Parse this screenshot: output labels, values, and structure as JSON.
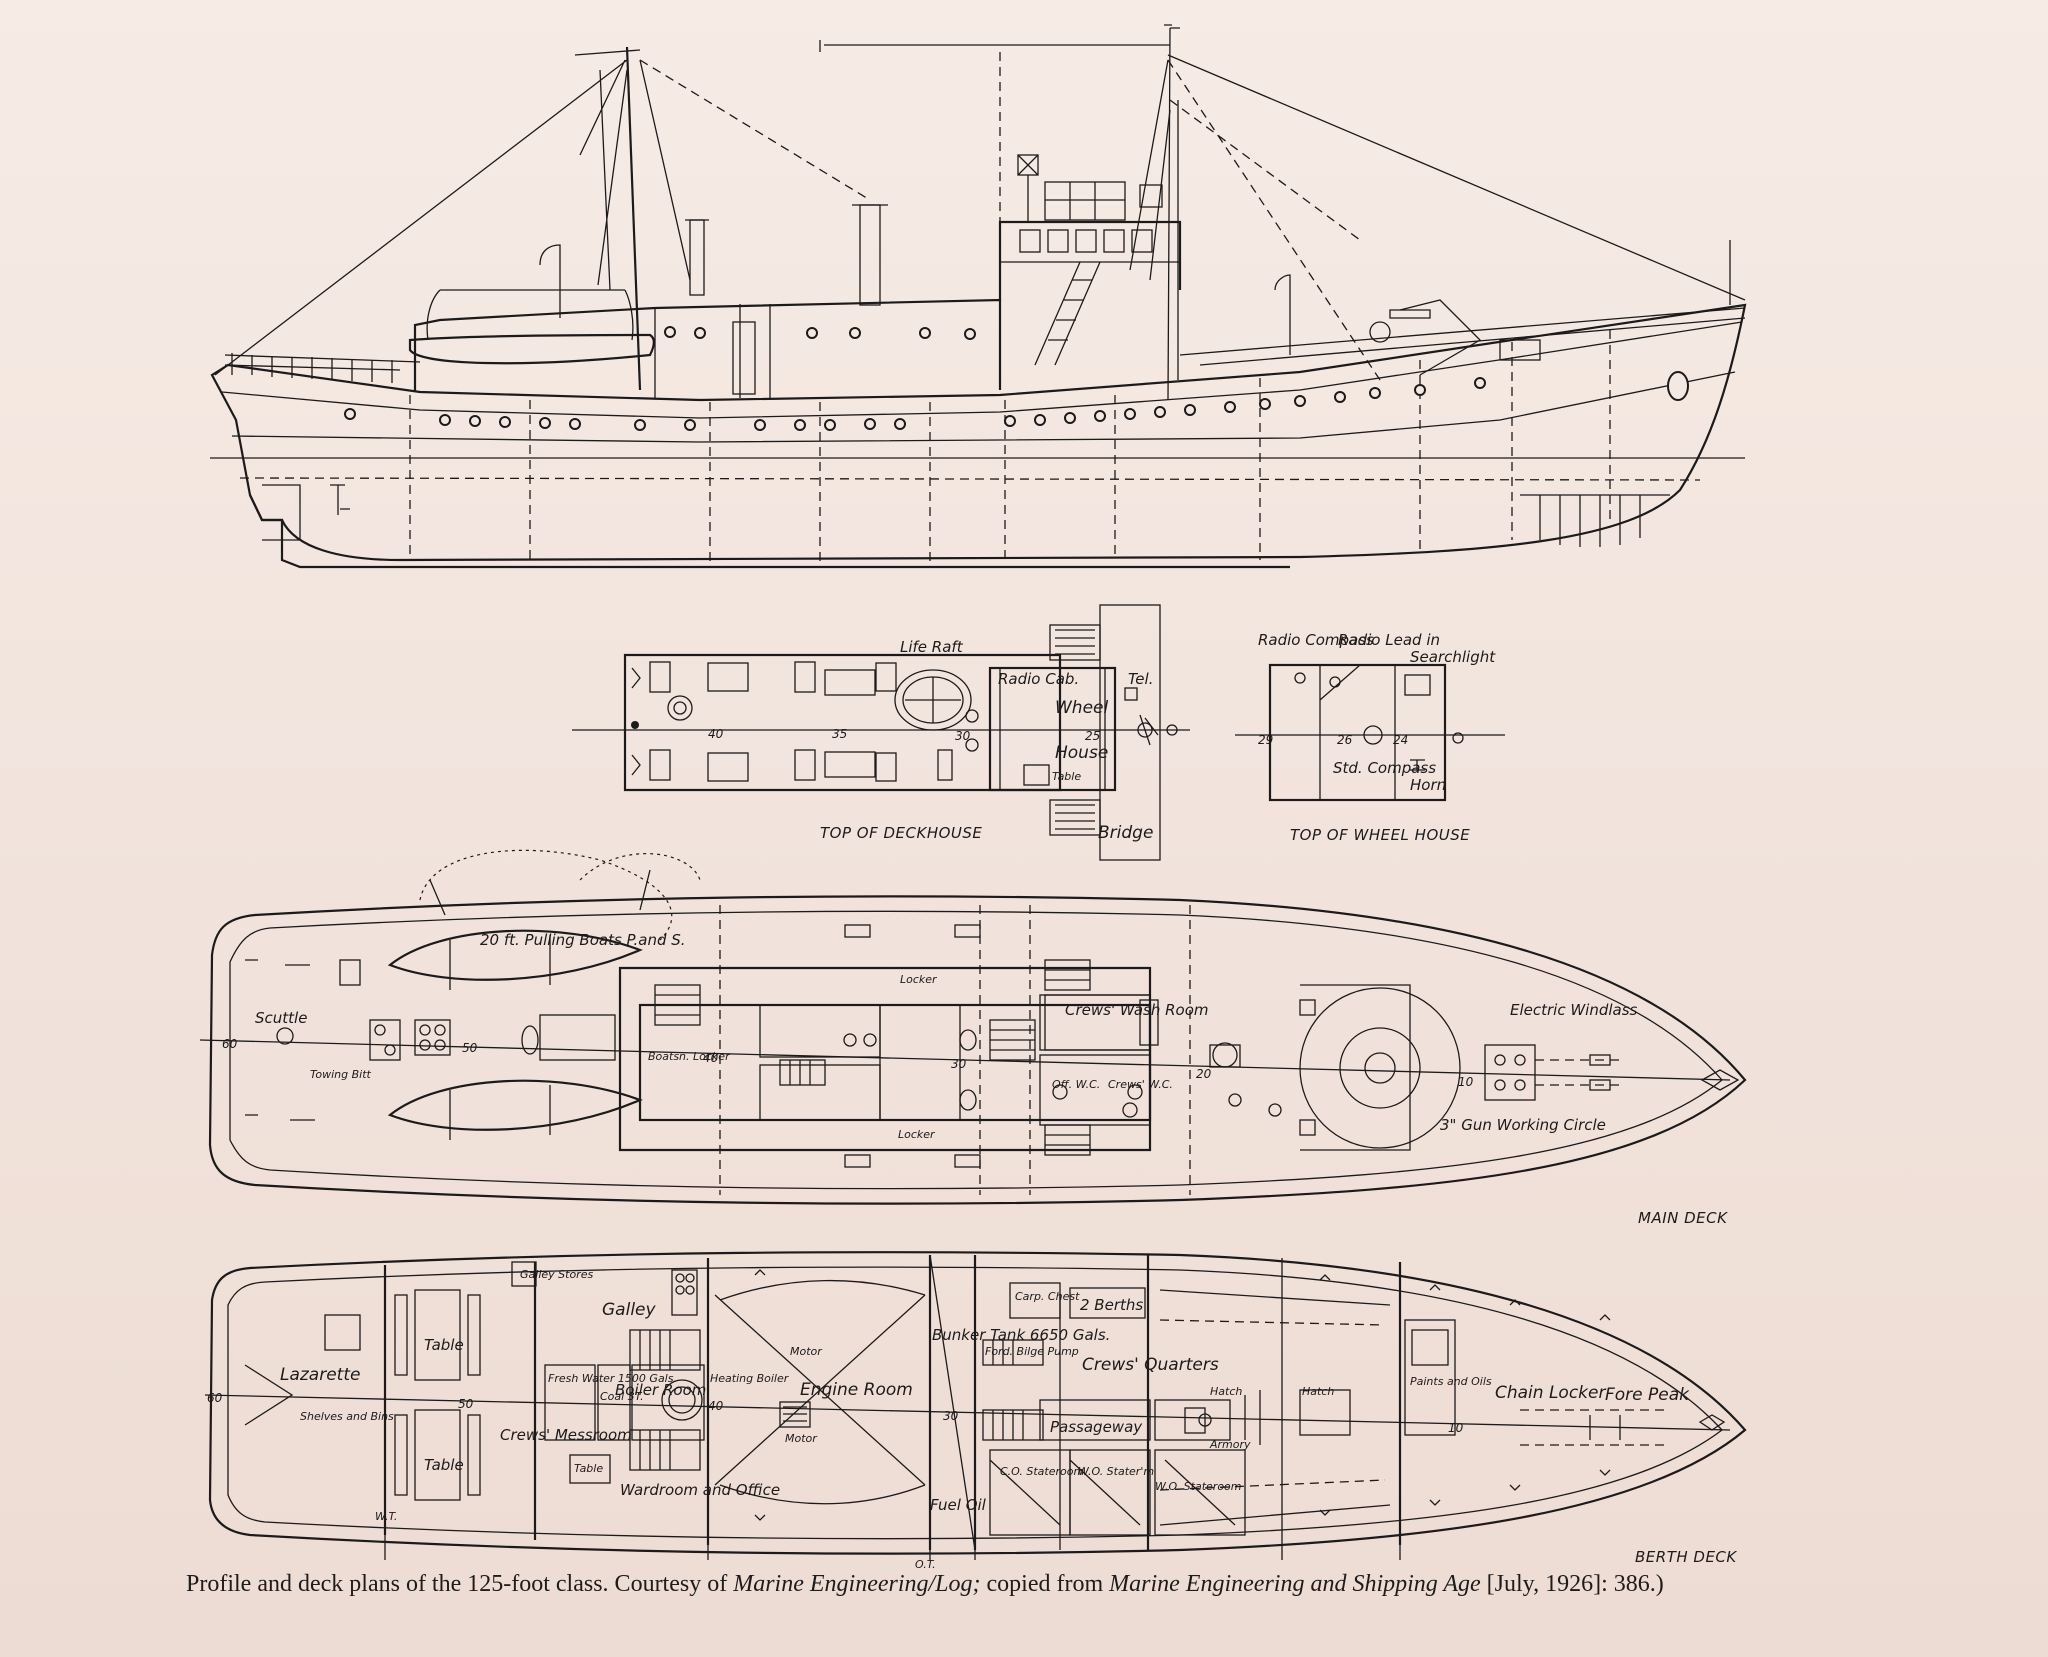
{
  "drawing": {
    "top_of_deckhouse": {
      "title": "TOP OF DECKHOUSE",
      "labels": {
        "life_raft": "Life Raft",
        "radio_cab": "Radio Cab.",
        "tel": "Tel.",
        "wheel": "Wheel",
        "house": "House",
        "table": "Table",
        "bridge": "Bridge"
      },
      "frames": [
        "40",
        "35",
        "30",
        "25"
      ]
    },
    "top_of_wheel_house": {
      "title": "TOP OF WHEEL HOUSE",
      "labels": {
        "radio_compass": "Radio Compass",
        "radio_lead_in": "Radio Lead in",
        "searchlight": "Searchlight",
        "std_compass": "Std. Compass",
        "horn": "Horn"
      },
      "frames": [
        "29",
        "26",
        "24"
      ]
    },
    "main_deck": {
      "title": "MAIN DECK",
      "labels": {
        "pulling_boats": "20 ft. Pulling Boats P.and S.",
        "scuttle": "Scuttle",
        "towing_bitt": "Towing Bitt",
        "boatsn_locker": "Boatsn. Locker",
        "locker_a": "Locker",
        "locker_b": "Locker",
        "crews_wash_room": "Crews' Wash Room",
        "off_wc": "Off. W.C.",
        "crews_wc": "Crews' W.C.",
        "electric_windlass": "Electric Windlass",
        "gun_circle": "3\" Gun Working Circle"
      },
      "frames": [
        "60",
        "50",
        "40",
        "30",
        "20",
        "10"
      ]
    },
    "berth_deck": {
      "title": "BERTH DECK",
      "labels": {
        "galley_stores": "Galley Stores",
        "galley": "Galley",
        "lazarette": "Lazarette",
        "shelves": "Shelves and Bins",
        "table_a": "Table",
        "table_b": "Table",
        "crews_messroom": "Crews' Messroom",
        "fresh_water": "Fresh Water 1500 Gals.",
        "coal": "Coal 3T.",
        "boiler_room": "Boiler Room",
        "heating_boiler": "Heating Boiler",
        "table_c": "Table",
        "wardroom": "Wardroom and Office",
        "motor_a": "Motor",
        "motor_b": "Motor",
        "engine_room": "Engine Room",
        "bunker_tank": "Bunker Tank 6650 Gals.",
        "fuel_oil": "Fuel Oil",
        "carp_chest": "Carp. Chest",
        "two_berths": "2 Berths",
        "bilge_pump": "Ford. Bilge Pump",
        "crews_quarters": "Crews' Quarters",
        "passageway": "Passageway",
        "hatch_a": "Hatch",
        "hatch_b": "Hatch",
        "armory": "Armory",
        "co_stateroom": "C.O. Stateroom",
        "wo_stateroom_a": "W.O. Stater'm",
        "wo_stateroom_b": "W.O. Stateroom",
        "paints_oils": "Paints and Oils",
        "chain_locker": "Chain Locker",
        "fore_peak": "Fore Peak",
        "wt": "W.T.",
        "ot": "O.T."
      },
      "frames": [
        "60",
        "50",
        "40",
        "30",
        "10"
      ]
    }
  },
  "caption": {
    "part1": "Profile and deck plans of the 125-foot class. Courtesy of ",
    "source1": "Marine Engineering/Log;",
    "part2": " copied from ",
    "source2": "Marine Engineering and Shipping Age",
    "part3": " [July, 1926]: 386.)"
  }
}
